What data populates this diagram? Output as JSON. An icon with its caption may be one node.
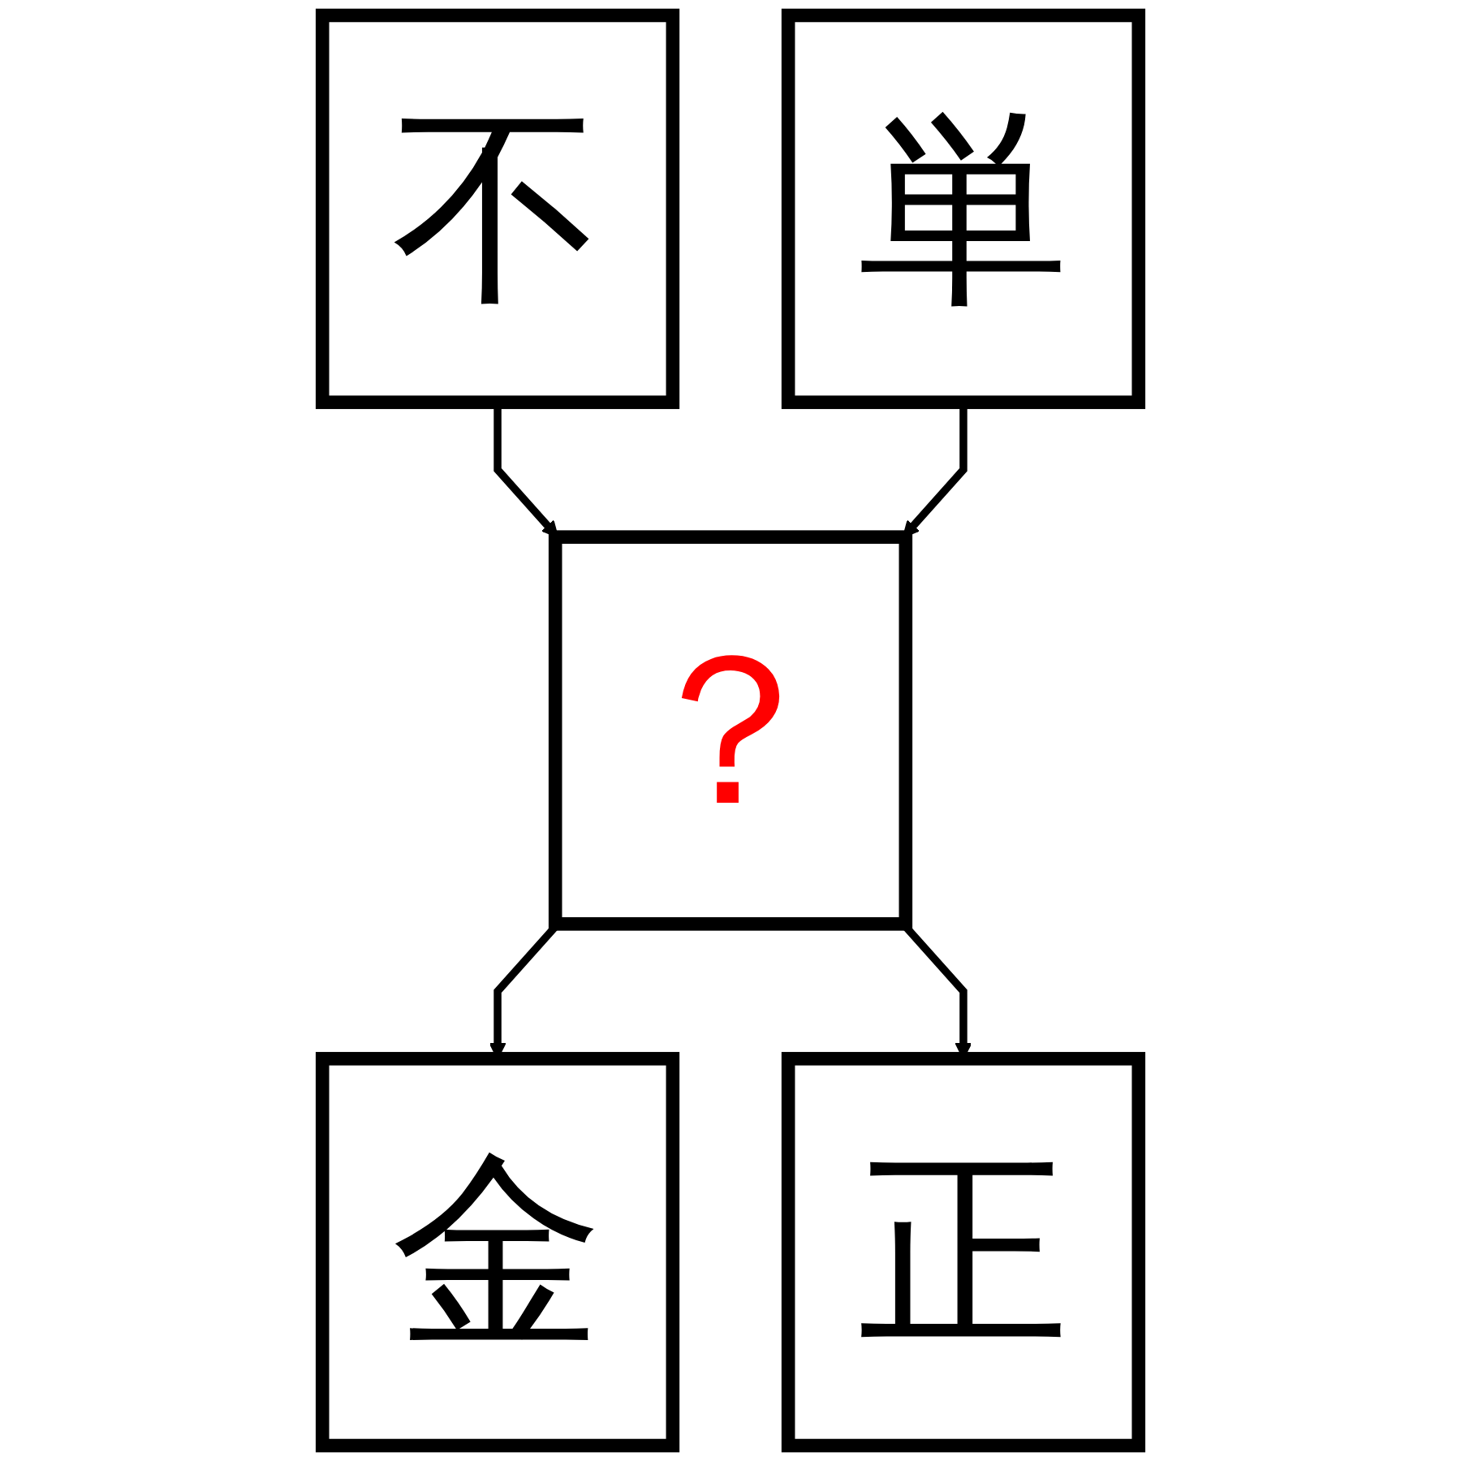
{
  "diagram": {
    "nodes": [
      {
        "text": [
          "不"
        ]
      },
      {
        "text": [
          "単"
        ]
      },
      {
        "text": [
          "？"
        ]
      },
      {
        "text": [
          "金"
        ]
      },
      {
        "text": [
          "正"
        ]
      }
    ],
    "edges": [
      {
        "from": 0,
        "to": 2,
        "arrow": "to"
      },
      {
        "from": 1,
        "to": 2,
        "arrow": "to"
      },
      {
        "from": 2,
        "to": 3,
        "arrow": "to"
      },
      {
        "from": 2,
        "to": 4,
        "arrow": "to"
      }
    ]
  }
}
